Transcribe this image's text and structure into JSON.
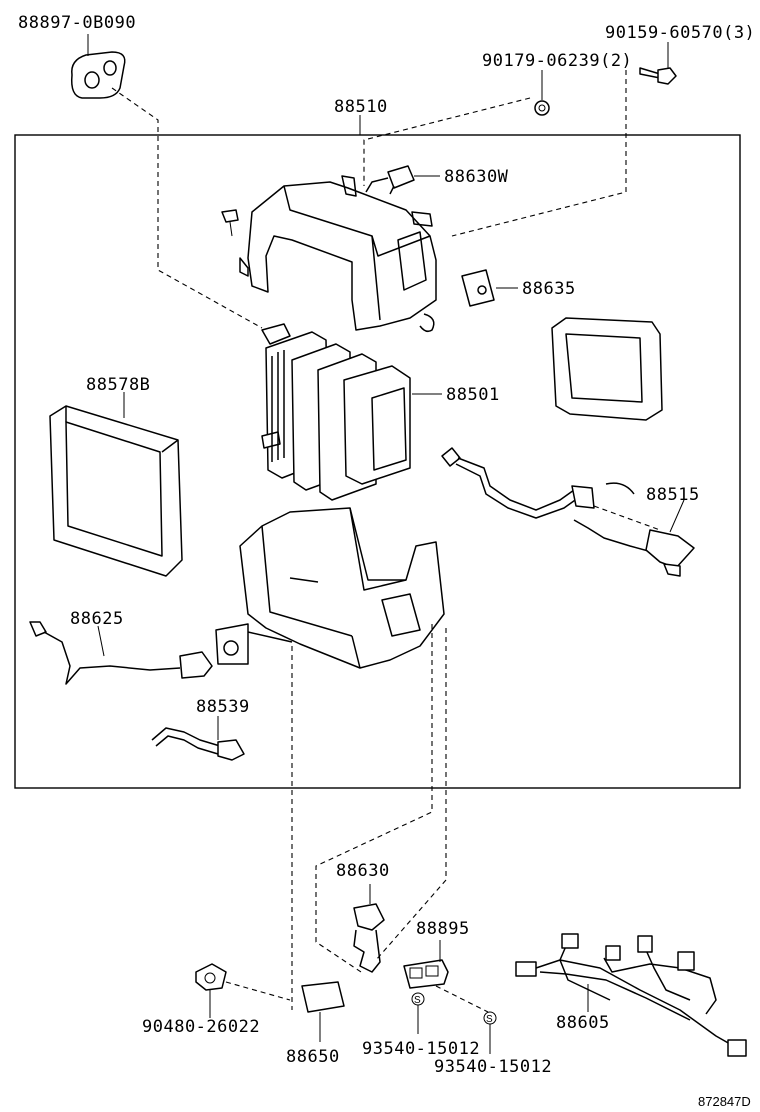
{
  "diagram": {
    "labels": {
      "p_88897_0B090": "88897-0B090",
      "p_90159_60570": "90159-60570(3)",
      "p_90179_06239": "90179-06239(2)",
      "p_88510": "88510",
      "p_88630W": "88630W",
      "p_88635": "88635",
      "p_88578B": "88578B",
      "p_88501": "88501",
      "p_88515": "88515",
      "p_88625": "88625",
      "p_88539": "88539",
      "p_88630": "88630",
      "p_88895": "88895",
      "p_88605": "88605",
      "p_90480_26022": "90480-26022",
      "p_88650": "88650",
      "p_93540_15012_a": "93540-15012",
      "p_93540_15012_b": "93540-15012"
    },
    "s_mark": "S",
    "reference_code": "872847D"
  }
}
